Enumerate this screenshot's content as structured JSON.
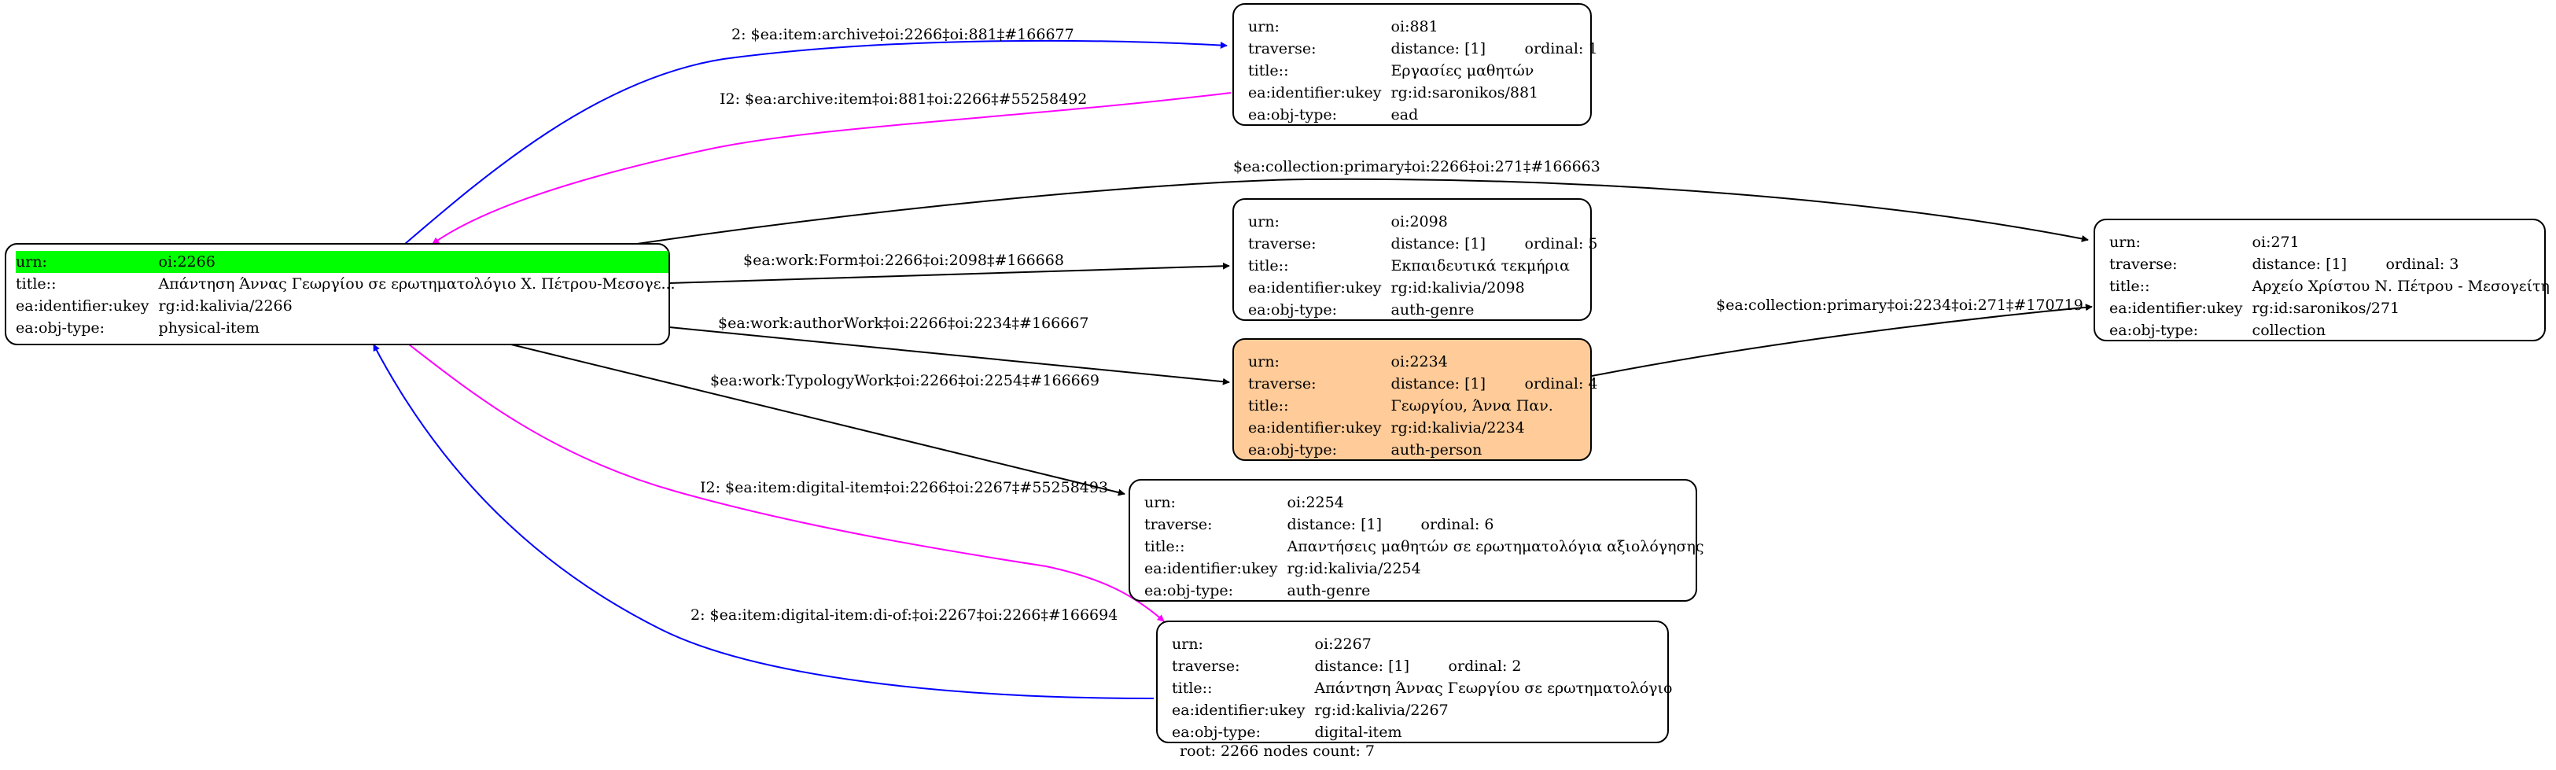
{
  "nodes": {
    "n2266": {
      "urn_k": "urn:",
      "urn_v": "oi:2266",
      "title_k": "title::",
      "title_v": "Απάντηση Άννας Γεωργίου σε ερωτηματολόγιο Χ. Πέτρου-Μεσογε...",
      "ukey_k": "ea:identifier:ukey",
      "ukey_v": "rg:id:kalivia/2266",
      "type_k": "ea:obj-type:",
      "type_v": "physical-item"
    },
    "n881": {
      "urn_k": "urn:",
      "urn_v": "oi:881",
      "trav_k": "traverse:",
      "trav_dist": "distance: [1]",
      "trav_ord": "ordinal: 1",
      "title_k": "title::",
      "title_v": "Εργασίες μαθητών",
      "ukey_k": "ea:identifier:ukey",
      "ukey_v": "rg:id:saronikos/881",
      "type_k": "ea:obj-type:",
      "type_v": "ead"
    },
    "n2098": {
      "urn_k": "urn:",
      "urn_v": "oi:2098",
      "trav_k": "traverse:",
      "trav_dist": "distance: [1]",
      "trav_ord": "ordinal: 5",
      "title_k": "title::",
      "title_v": "Εκπαιδευτικά τεκμήρια",
      "ukey_k": "ea:identifier:ukey",
      "ukey_v": "rg:id:kalivia/2098",
      "type_k": "ea:obj-type:",
      "type_v": "auth-genre"
    },
    "n2234": {
      "urn_k": "urn:",
      "urn_v": "oi:2234",
      "trav_k": "traverse:",
      "trav_dist": "distance: [1]",
      "trav_ord": "ordinal: 4",
      "title_k": "title::",
      "title_v": "Γεωργίου, Άννα Παν.",
      "ukey_k": "ea:identifier:ukey",
      "ukey_v": "rg:id:kalivia/2234",
      "type_k": "ea:obj-type:",
      "type_v": "auth-person"
    },
    "n271": {
      "urn_k": "urn:",
      "urn_v": "oi:271",
      "trav_k": "traverse:",
      "trav_dist": "distance: [1]",
      "trav_ord": "ordinal: 3",
      "title_k": "title::",
      "title_v": "Αρχείο Χρίστου Ν. Πέτρου - Μεσογείτη",
      "ukey_k": "ea:identifier:ukey",
      "ukey_v": "rg:id:saronikos/271",
      "type_k": "ea:obj-type:",
      "type_v": "collection"
    },
    "n2254": {
      "urn_k": "urn:",
      "urn_v": "oi:2254",
      "trav_k": "traverse:",
      "trav_dist": "distance: [1]",
      "trav_ord": "ordinal: 6",
      "title_k": "title::",
      "title_v": "Απαντήσεις μαθητών σε ερωτηματολόγια αξιολόγησης",
      "ukey_k": "ea:identifier:ukey",
      "ukey_v": "rg:id:kalivia/2254",
      "type_k": "ea:obj-type:",
      "type_v": "auth-genre"
    },
    "n2267": {
      "urn_k": "urn:",
      "urn_v": "oi:2267",
      "trav_k": "traverse:",
      "trav_dist": "distance: [1]",
      "trav_ord": "ordinal: 2",
      "title_k": "title::",
      "title_v": "Απάντηση Άννας Γεωργίου σε ερωτηματολόγιο",
      "ukey_k": "ea:identifier:ukey",
      "ukey_v": "rg:id:kalivia/2267",
      "type_k": "ea:obj-type:",
      "type_v": "digital-item"
    }
  },
  "edges": {
    "e1": "2: $ea:item:archive‡oi:2266‡oi:881‡#166677",
    "e2": "I2: $ea:archive:item‡oi:881‡oi:2266‡#55258492",
    "e3": "$ea:collection:primary‡oi:2266‡oi:271‡#166663",
    "e4": "$ea:work:Form‡oi:2266‡oi:2098‡#166668",
    "e5": "$ea:work:authorWork‡oi:2266‡oi:2234‡#166667",
    "e6": "$ea:collection:primary‡oi:2234‡oi:271‡#170719",
    "e7": "$ea:work:TypologyWork‡oi:2266‡oi:2254‡#166669",
    "e8": "I2: $ea:item:digital-item‡oi:2266‡oi:2267‡#55258493",
    "e9": "2: $ea:item:digital-item:di-of:‡oi:2267‡oi:2266‡#166694"
  },
  "colors": {
    "blue": "#0000ff",
    "magenta": "#ff00ff",
    "black": "#000000",
    "highlight": "#00ff00",
    "focus": "#ffcc99"
  },
  "footer": "root: 2266 nodes count: 7"
}
